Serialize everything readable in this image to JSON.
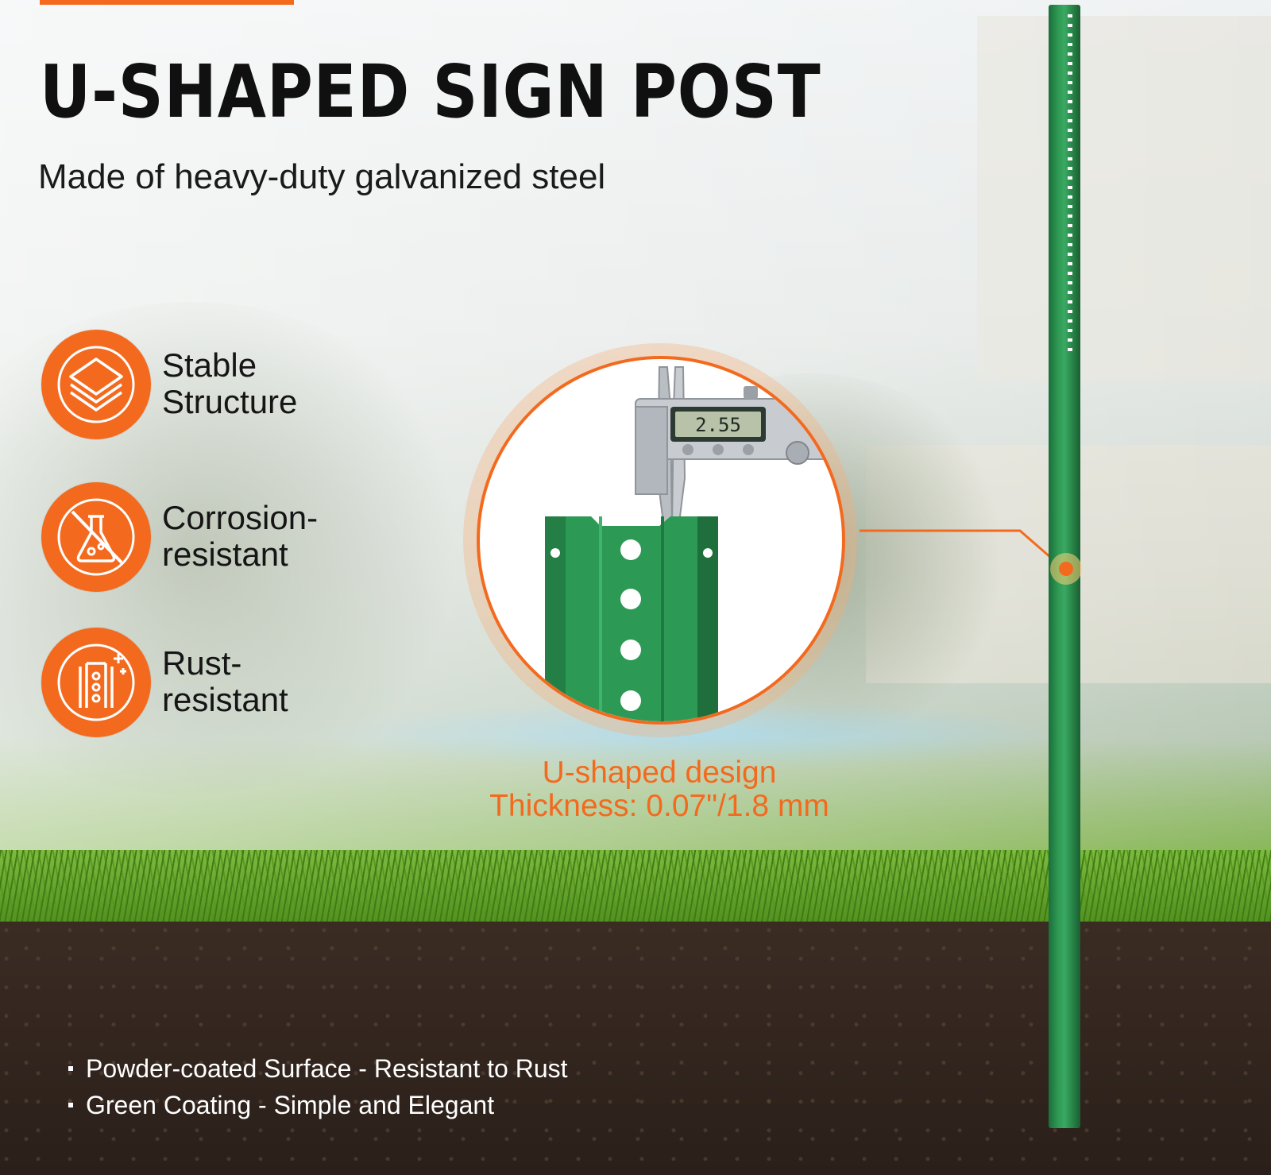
{
  "page": {
    "title": "U-SHAPED SIGN POST",
    "subtitle": "Made of heavy-duty galvanized steel"
  },
  "features": [
    {
      "icon": "layers-icon",
      "line1": "Stable",
      "line2": "Structure"
    },
    {
      "icon": "crossed-flask-icon",
      "line1": "Corrosion-",
      "line2": "resistant"
    },
    {
      "icon": "post-sparkle-icon",
      "line1": "Rust-",
      "line2": "resistant"
    }
  ],
  "callout": {
    "line1": "U-shaped design",
    "line2": "Thickness: 0.07\"/1.8 mm",
    "caliper_reading": "2.55"
  },
  "bullets": [
    "Powder-coated Surface - Resistant to Rust",
    "Green Coating - Simple and Elegant"
  ],
  "colors": {
    "accent": "#f36a1f",
    "post_green": "#2f9a53",
    "title": "#101010"
  }
}
